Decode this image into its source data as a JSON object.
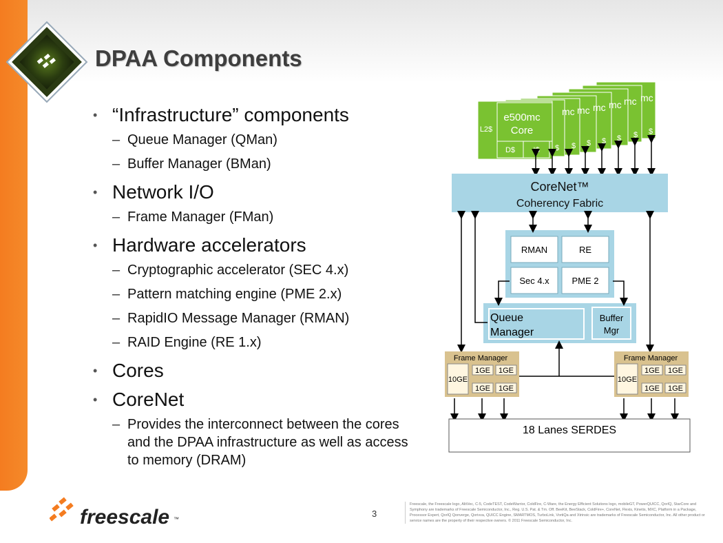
{
  "slide": {
    "title": "DPAA Components",
    "page_number": "3",
    "legal_text": "Freescale, the Freescale logo, AltiVec, C-5, CodeTEST, CodeWarrior, ColdFire, C-Ware, the Energy Efficient Solutions logo, mobileGT, PowerQUICC, QorIQ, StarCore and Symphony are trademarks of Freescale Semiconductor, Inc., Reg. U.S. Pat. & Tm. Off. BeeKit, BeeStack, ColdFire+, CoreNet, Flexis, Kinetis, MXC, Platform in a Package, Processor Expert, QorIQ Qonverge, Qorivva, QUICC Engine, SMARTMOS, TurboLink, VortiQa and Xtrinsic are trademarks of Freescale Semiconductor, Inc. All other product or service names are the property of their respective owners. © 2011 Freescale Semiconductor, Inc.",
    "brand": "freescale",
    "brand_tm": "™"
  },
  "bullets": [
    {
      "text": "“Infrastructure” components",
      "sub": [
        "Queue Manager (QMan)",
        "Buffer Manager (BMan)"
      ]
    },
    {
      "text": "Network I/O",
      "sub": [
        "Frame Manager (FMan)"
      ]
    },
    {
      "text": "Hardware accelerators",
      "sub": [
        "Cryptographic accelerator (SEC 4.x)",
        "Pattern matching engine (PME 2.x)",
        "RapidIO Message Manager (RMAN)",
        "RAID Engine (RE 1.x)"
      ]
    },
    {
      "text": "Cores",
      "sub": []
    },
    {
      "text": "CoreNet",
      "sub": [
        "Provides the interconnect between the cores and the DPAA infrastructure as well as access to memory (DRAM)"
      ]
    }
  ],
  "diagram": {
    "core": {
      "name": "e500mc",
      "sub": "Core",
      "l2": "L2$",
      "dcache": "D$",
      "icache": "I$",
      "stack_fragment": "mc",
      "cache_fragment": "$"
    },
    "corenet": {
      "title": "CoreNet™",
      "subtitle": "Coherency Fabric"
    },
    "accelerators": [
      "RMAN",
      "RE",
      "Sec 4.x",
      "PME 2"
    ],
    "queue_manager": "Queue\nManager",
    "queue_manager_lines": [
      "Queue",
      "Manager"
    ],
    "buffer_manager_lines": [
      "Buffer",
      "Mgr"
    ],
    "frame_manager": {
      "title": "Frame Manager",
      "port10g": "10GE",
      "port1g": "1GE"
    },
    "serdes": "18 Lanes SERDES"
  },
  "colors": {
    "orange": "#f47c20",
    "green": "#7ac231",
    "lightblue": "#a8d5e5",
    "tan": "#d9c28f",
    "title": "#3e3e3e"
  }
}
